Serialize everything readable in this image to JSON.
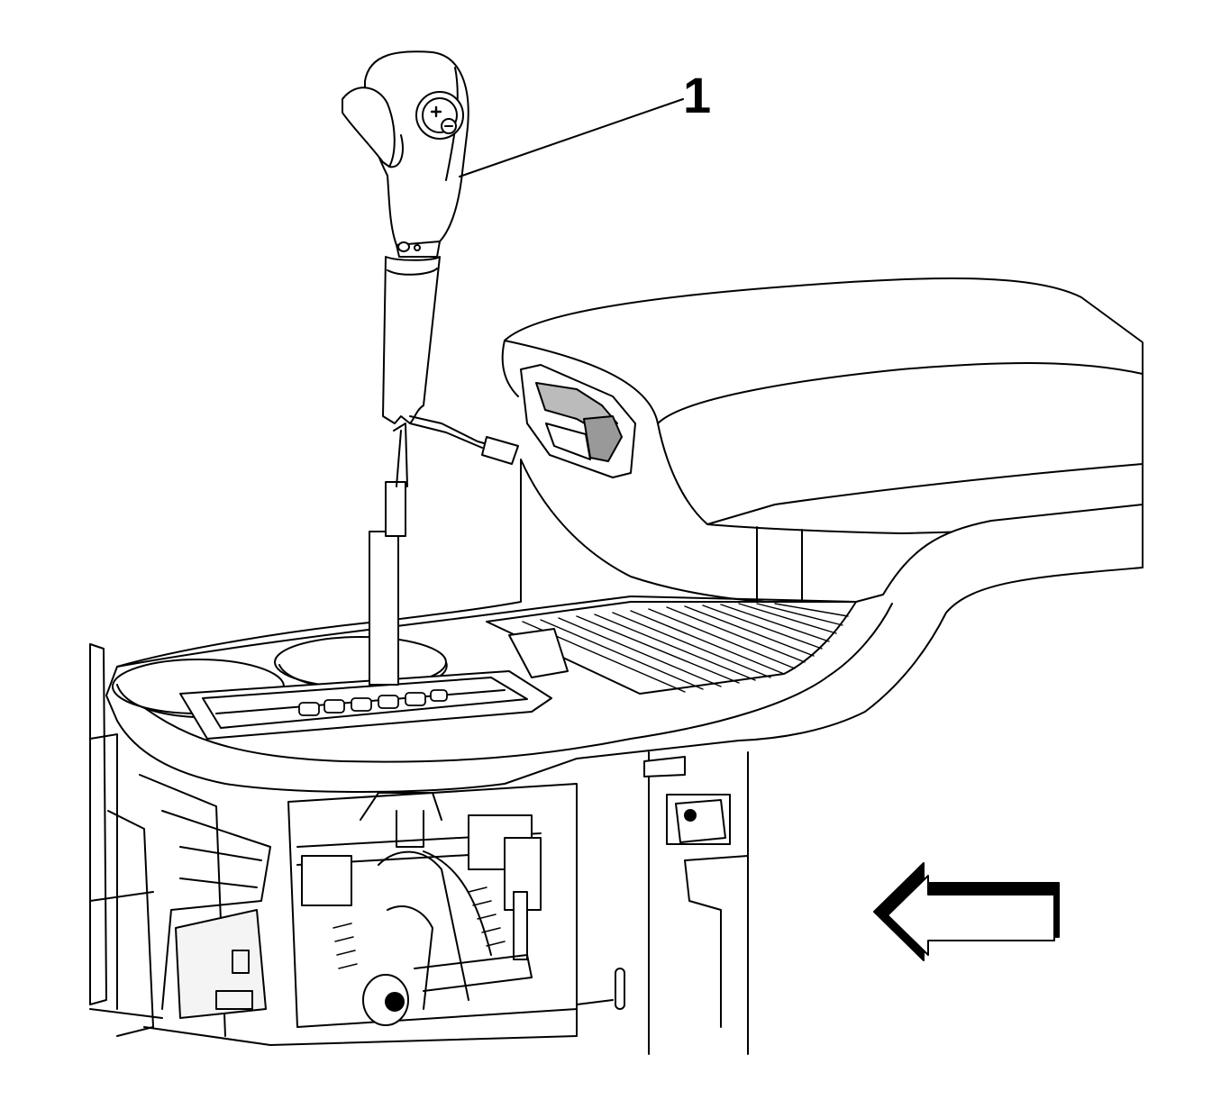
{
  "callouts": [
    {
      "label": "1"
    }
  ],
  "parts": {
    "shift_knob": "shift-knob",
    "shifter_boot": "shift-boot",
    "console": "center-console",
    "armrest": "console-armrest",
    "view_arrow": "front-of-vehicle-arrow"
  },
  "colors": {
    "line": "#000000",
    "fill": "#ffffff",
    "shade": "#e8e8e8"
  }
}
